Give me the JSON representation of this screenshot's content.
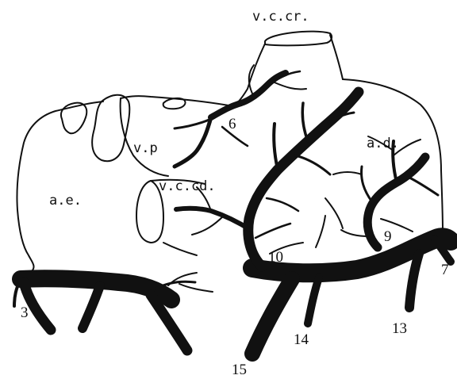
{
  "labels": {
    "vccr": "v.c.cr.",
    "vp": "v.p",
    "ad": "a.d.",
    "ae": "a.e.",
    "vccd": "v.c.cd.",
    "n3": "3",
    "n6": "6",
    "n7": "7",
    "n9": "9",
    "n10": "10",
    "n13": "13",
    "n14": "14",
    "n15": "15"
  },
  "colors": {
    "ink": "#111111",
    "background": "#ffffff"
  }
}
